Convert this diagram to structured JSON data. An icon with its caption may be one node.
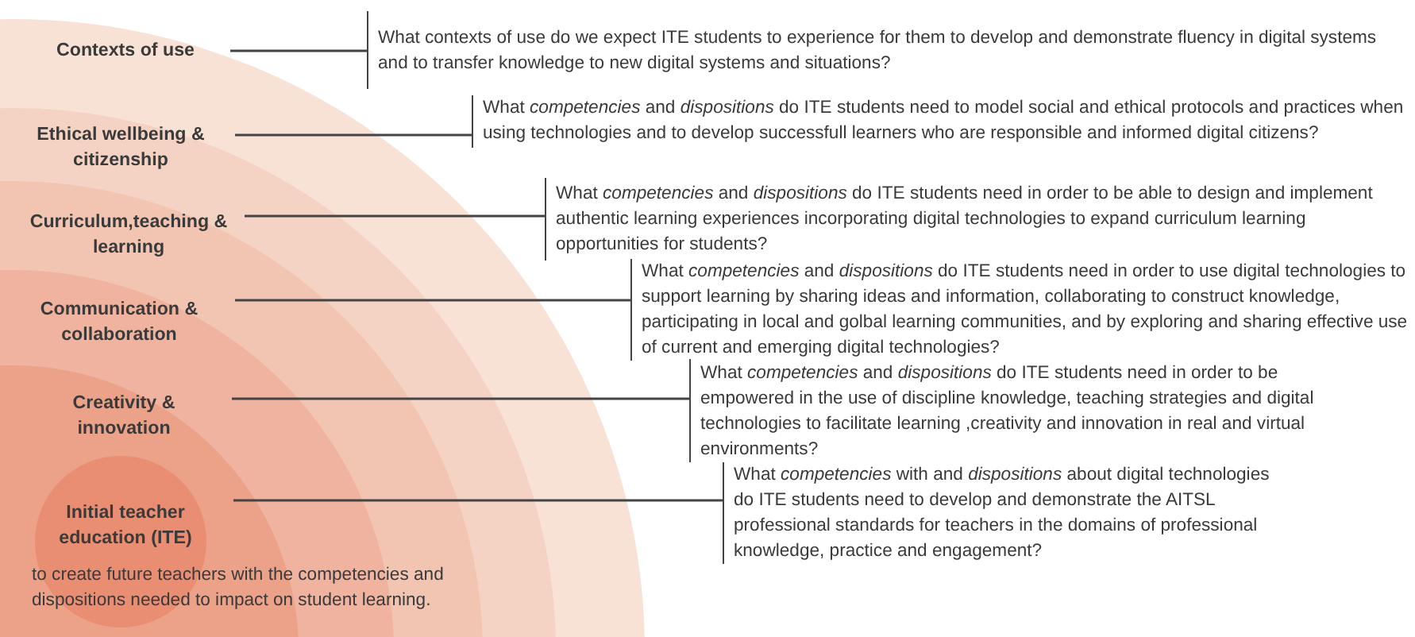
{
  "diagram": {
    "nodes": [
      {
        "text": [
          "Contexts of use"
        ]
      },
      {
        "text": [
          "What contexts of use do we expect ITE students to experience for them to develop and demonstrate fluency in digital systems and to transfer knowledge to new digital systems and situations?"
        ]
      },
      {
        "text": [
          "Ethical wellbeing & citizenship"
        ],
        "in": 0
      },
      {
        "text": [
          "What *competencies* and *dispositions* do ITE students need to model social and ethical protocols and practices when using technologies and to develop successfull learners who are responsible and informed digital citizens?"
        ]
      },
      {
        "text": [
          "Curriculum,teaching & learning"
        ],
        "in": 2
      },
      {
        "text": [
          "What *competencies* and *dispositions* do ITE students need in order to be able to design and implement authentic learning experiences incorporating digital technologies to expand curriculum learning opportunities for students?"
        ]
      },
      {
        "text": [
          "Communication & collaboration"
        ],
        "in": 4
      },
      {
        "text": [
          "What *competencies* and *dispositions* do ITE students need in order to use digital technologies to support learning by sharing ideas and information, collaborating to construct knowledge, participating in local and golbal learning communities, and by exploring and sharing effective use of current and emerging digital technologies?"
        ]
      },
      {
        "text": [
          "Creativity & innovation"
        ],
        "in": 6
      },
      {
        "text": [
          "What *competencies* and *dispositions* do ITE students need in order to be empowered in the use of discipline knowledge, teaching strategies and digital technologies to facilitate learning ,creativity and innovation in real and virtual environments?"
        ]
      },
      {
        "text": [
          "Initial teacher education (ITE)"
        ],
        "in": 8,
        "beside": [
          "to create future teachers with the competencies and dispositions needed to impact on student learning."
        ]
      },
      {
        "text": [
          "What *competencies* with and *dispositions*  about digital technologies do ITE students need to develop and demonstrate the AITSL professional standards for teachers in the domains of professional knowledge, practice and engagement?"
        ]
      }
    ],
    "edges": [
      {
        "from": 0,
        "to": 1,
        "arrow": "none"
      },
      {
        "from": 2,
        "to": 3,
        "arrow": "none"
      },
      {
        "from": 4,
        "to": 5,
        "arrow": "none"
      },
      {
        "from": 6,
        "to": 7,
        "arrow": "none"
      },
      {
        "from": 8,
        "to": 9,
        "arrow": "none"
      },
      {
        "from": 10,
        "to": 11,
        "arrow": "none"
      }
    ]
  }
}
